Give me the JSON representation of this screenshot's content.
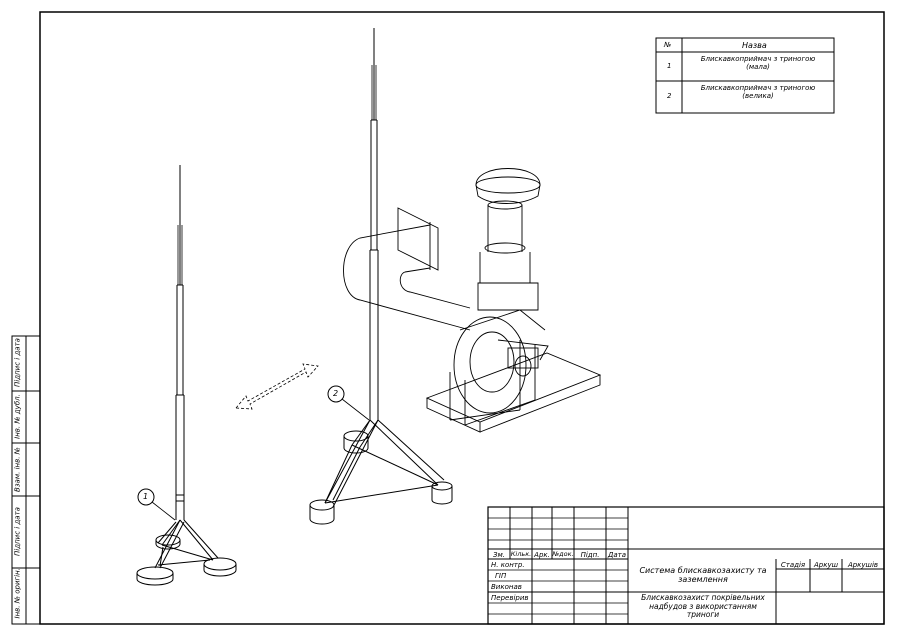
{
  "legend": {
    "header_no": "№",
    "header_name": "Назва",
    "rows": [
      {
        "no": "1",
        "name": "Блискавкоприймач з триногою (мала)"
      },
      {
        "no": "2",
        "name": "Блискавкоприймач з триногою (велика)"
      }
    ]
  },
  "callouts": [
    "1",
    "2"
  ],
  "side_stamp": [
    "Підпис і дата",
    "Інв. № дубл.",
    "Взам. інв. №",
    "Підпис і дата",
    "Інв. № оригін."
  ],
  "title_block": {
    "headers": [
      "Зм.",
      "Кільк.",
      "Арк.",
      "№док.",
      "Підп.",
      "Дата"
    ],
    "roles": [
      "Н. контр.",
      "ГІП",
      "Виконав",
      "Перевірив"
    ],
    "project_title": "Система блискавкозахисту та заземлення",
    "sheet_title": "Блискавкозахист покрівельних надбудов з використанням триноги",
    "stage_headers": [
      "Стадія",
      "Аркуш",
      "Аркушів"
    ]
  }
}
